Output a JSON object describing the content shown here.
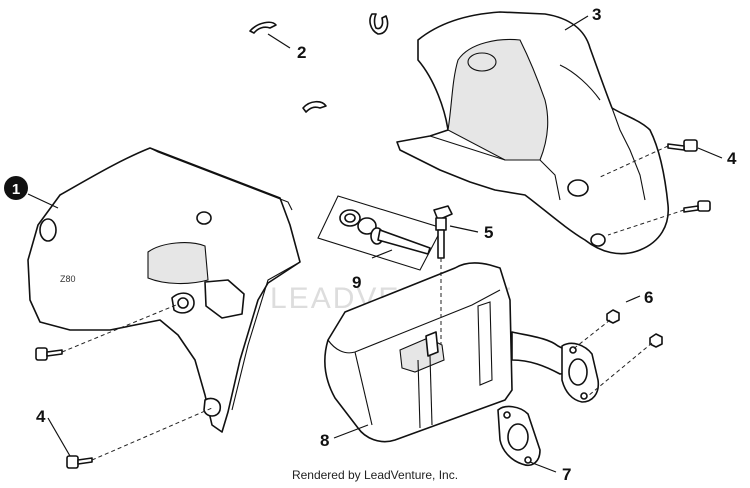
{
  "watermark": "LEADVENTURE",
  "footer": "Rendered by LeadVenture, Inc.",
  "callouts": {
    "c1": "1",
    "c2": "2",
    "c3": "3",
    "c4a": "4",
    "c4b": "4",
    "c5": "5",
    "c6": "6",
    "c7": "7",
    "c8": "8",
    "c9": "9"
  },
  "stamp_text": "Z80"
}
